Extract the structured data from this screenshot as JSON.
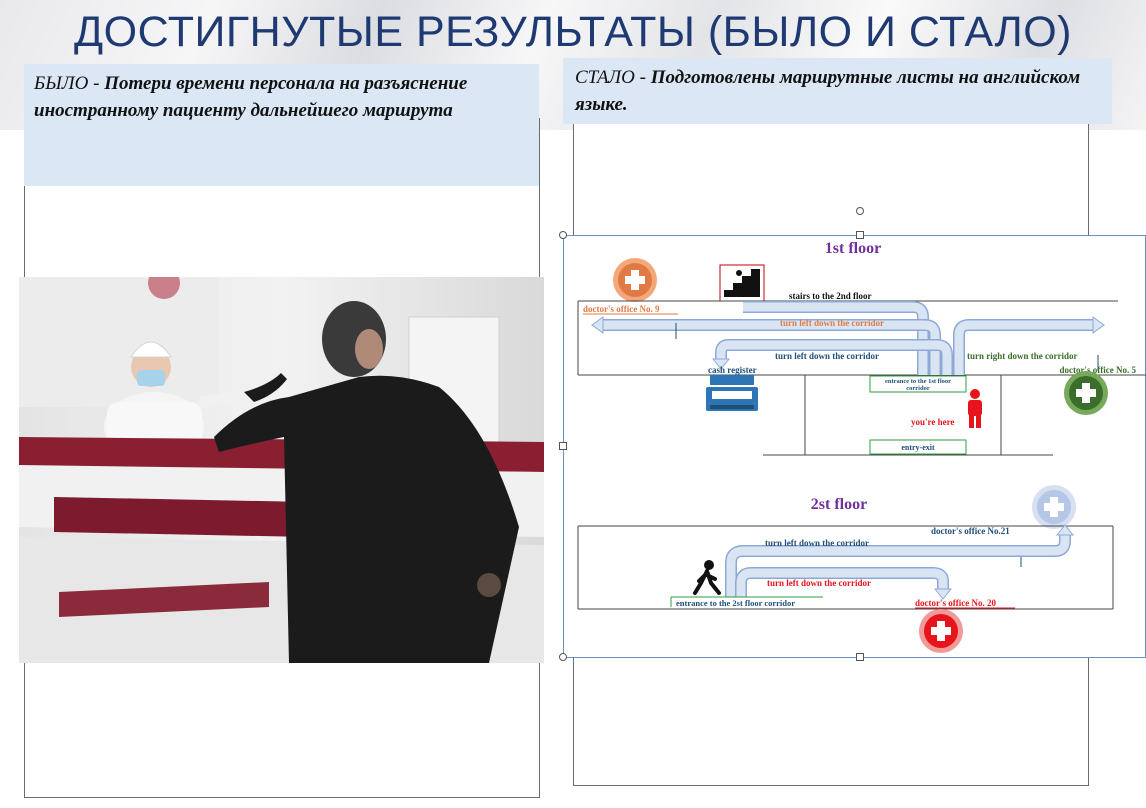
{
  "slide": {
    "title": "ДОСТИГНУТЫЕ РЕЗУЛЬТАТЫ (БЫЛО И СТАЛО)"
  },
  "before": {
    "lead": "БЫЛО - ",
    "text": "Потери времени персонала  на разъяснение  иностранному  пациенту дальнейшего  маршрута"
  },
  "after": {
    "lead": "СТАЛО - ",
    "text": "Подготовлены  маршрутные листы на английском  языке."
  },
  "map": {
    "floor1": {
      "heading": "1st floor",
      "stairs": "stairs to the 2nd floor",
      "office9": "doctor's office No. 9",
      "turn_left_1": "turn left down the corridor",
      "turn_left_2": "turn left down the corridor",
      "turn_right": "turn right down the corridor",
      "cash": "cash register",
      "entrance": "entrance to the 1st floor corridor",
      "office5": "doctor's office No. 5",
      "here": "you're here",
      "exit": "entry-exit"
    },
    "floor2": {
      "heading": "2st floor",
      "office21": "doctor's office No.21",
      "turn_left_1": "turn left down the corridor",
      "turn_left_2": "turn left down the corridor",
      "entrance": "entrance to the 2st floor corridor",
      "office20": "doctor's office No. 20"
    }
  },
  "colors": {
    "title": "#1f3a73",
    "textbox_bg": "#dbe7f4",
    "heading_purple": "#7030a0",
    "orange": "#e0773f",
    "green": "#3a6e2a",
    "red": "#e8141b",
    "blue": "#1f4e79",
    "arrow_fill": "#dae5f3",
    "arrow_stroke": "#8ea9d8"
  },
  "icons": [
    "plus-circle-icon",
    "stairs-icon",
    "cash-register-icon",
    "person-standing-icon",
    "person-walking-icon"
  ]
}
